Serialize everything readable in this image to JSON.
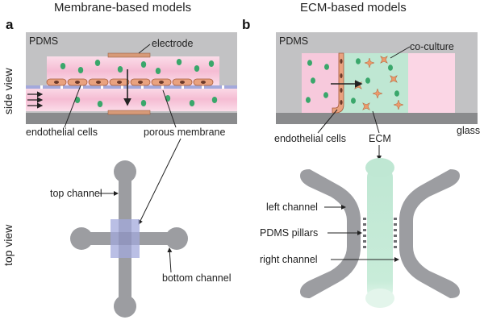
{
  "left_panel": {
    "letter": "a",
    "title": "Membrane-based models",
    "labels": {
      "pdms": "PDMS",
      "electrode": "electrode",
      "endothelial_cells": "endothelial cells",
      "porous_membrane": "porous membrane",
      "top_channel": "top channel",
      "bottom_channel": "bottom channel"
    }
  },
  "right_panel": {
    "letter": "b",
    "title": "ECM-based models",
    "labels": {
      "pdms": "PDMS",
      "co_culture": "co-culture",
      "endothelial_cells": "endothelial cells",
      "ecm": "ECM",
      "glass": "glass",
      "left_channel": "left channel",
      "pdms_pillars": "PDMS pillars",
      "right_channel": "right channel"
    }
  },
  "row_labels": {
    "side_view": "side view",
    "top_view": "top view"
  },
  "colors": {
    "pdms": "#c2c2c4",
    "glass": "#8a8b8d",
    "channel_pink": "#f7c9dc",
    "cell_green": "#3aa76b",
    "endothelial": "#e9a27f",
    "membrane_blue": "#a3a9dc",
    "ecm_green": "#bfe7d3",
    "star_orange": "#ec9a6a",
    "channel_gray": "#9c9da1"
  }
}
